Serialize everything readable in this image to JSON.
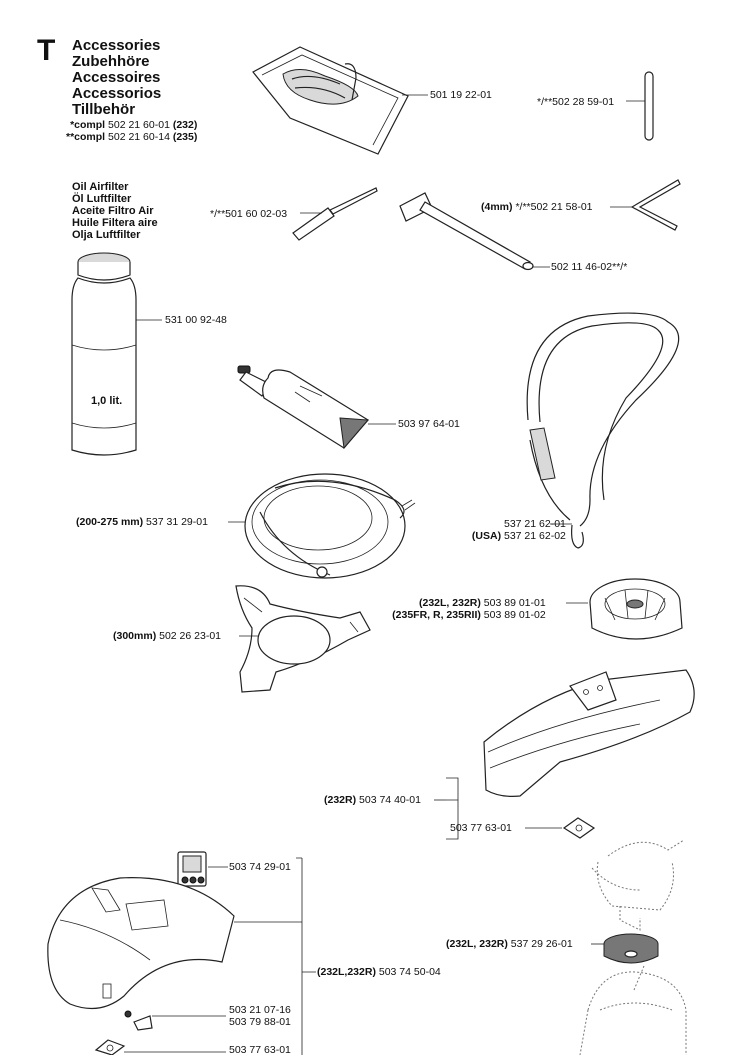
{
  "section": {
    "letter": "T",
    "titles": [
      "Accessories",
      "Zubehhöre",
      "Accessoires",
      "Accessorios",
      "Tillbehör"
    ],
    "compl": [
      {
        "prefix": "*compl",
        "number": "502 21 60-01",
        "model": "(232)"
      },
      {
        "prefix": "**compl",
        "number": "502 21 60-14",
        "model": "(235)"
      }
    ]
  },
  "oil": {
    "titles": [
      "Oil Airfilter",
      "Öl Luftfilter",
      "Aceite Filtro Air",
      "Huile Filtera aire",
      "Olja Luftfilter"
    ],
    "volume": "1,0 lit."
  },
  "parts": {
    "harness_bag": {
      "number": "501 19 22-01"
    },
    "pin": {
      "number": "*/**502 28 59-01"
    },
    "screwdriver": {
      "number": "*/**501 60 02-03"
    },
    "hex_key": {
      "prefix": "(4mm)",
      "number": "*/**502 21 58-01"
    },
    "socket_wrench": {
      "number": "502 11 46-02**/*"
    },
    "oil_bottle": {
      "number": "531 00 92-48"
    },
    "strap": {
      "number": "537 21 62-01",
      "variant_prefix": "(USA)",
      "variant_number": "537 21 62-02"
    },
    "grease_tube": {
      "number": "503 97 64-01"
    },
    "blade_guard_round": {
      "prefix": "(200-275 mm)",
      "number": "537 31 29-01"
    },
    "trimmer_head": {
      "prefix1": "(232L, 232R)",
      "number1": "503 89 01-01",
      "prefix2": "(235FR, R, 235RII)",
      "number2": "503 89 01-02"
    },
    "blade_guard_300": {
      "prefix": "(300mm)",
      "number": "502 26 23-01"
    },
    "guard_right": {
      "prefix": "(232R)",
      "number": "503 74 40-01"
    },
    "guard_right_plate": {
      "number": "503 77 63-01"
    },
    "guard_kit_label": {
      "number": "503 74 29-01"
    },
    "guard_kit": {
      "prefix": "(232L,232R)",
      "number": "503 74 50-04"
    },
    "guard_kit_screw": {
      "number": "503 21 07-16"
    },
    "guard_kit_nut": {
      "number": "503 79 88-01"
    },
    "guard_kit_plate": {
      "number": "503 77 63-01"
    },
    "support_cup": {
      "prefix": "(232L, 232R)",
      "number": "537 29 26-01"
    }
  }
}
